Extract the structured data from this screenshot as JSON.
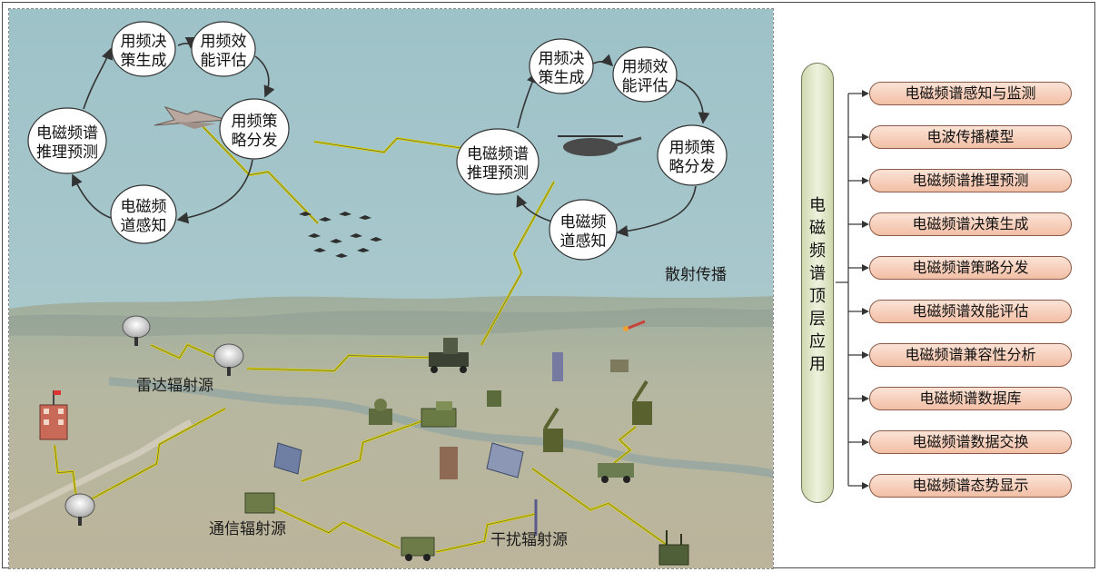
{
  "scene": {
    "left_cycle": {
      "nodes": [
        {
          "id": "decision",
          "lines": [
            "用频决",
            "策生成"
          ]
        },
        {
          "id": "evaluate",
          "lines": [
            "用频效",
            "能评估"
          ]
        },
        {
          "id": "dispatch",
          "lines": [
            "用频策",
            "略分发"
          ]
        },
        {
          "id": "sense",
          "lines": [
            "电磁频",
            "道感知"
          ]
        },
        {
          "id": "predict",
          "lines": [
            "电磁频谱",
            "推理预测"
          ]
        }
      ]
    },
    "right_cycle": {
      "nodes": [
        {
          "id": "decision",
          "lines": [
            "用频决",
            "策生成"
          ]
        },
        {
          "id": "evaluate",
          "lines": [
            "用频效",
            "能评估"
          ]
        },
        {
          "id": "dispatch",
          "lines": [
            "用频策",
            "略分发"
          ]
        },
        {
          "id": "sense",
          "lines": [
            "电磁频",
            "道感知"
          ]
        },
        {
          "id": "predict",
          "lines": [
            "电磁频谱",
            "推理预测"
          ]
        }
      ]
    },
    "labels": {
      "scatter": "散射传播",
      "radar": "雷达辐射源",
      "comm": "通信辐射源",
      "jamming": "干扰辐射源"
    }
  },
  "panel": {
    "root_label": "电\n磁\n频\n谱\n顶\n层\n应\n用",
    "items": [
      "电磁频谱感知与监测",
      "电波传播模型",
      "电磁频谱推理预测",
      "电磁频谱决策生成",
      "电磁频谱策略分发",
      "电磁频谱效能评估",
      "电磁频谱兼容性分析",
      "电磁频谱数据库",
      "电磁频谱数据交换",
      "电磁频谱态势显示"
    ]
  },
  "colors": {
    "node_fill": "#ffffff",
    "link_bolt": "#d8d000",
    "item_fill": "#f6c9b4",
    "root_fill": "#e2e8c8"
  }
}
